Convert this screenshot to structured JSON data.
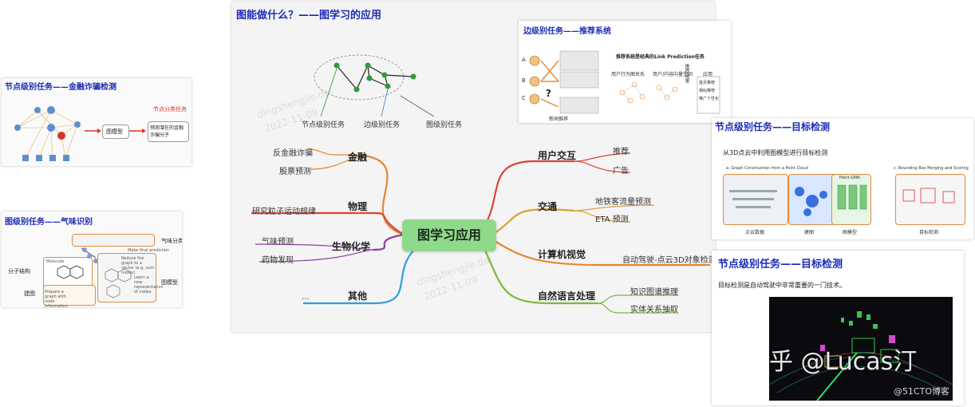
{
  "main": {
    "title": "图能做什么？——图学习的应用",
    "center": "图学习应用",
    "diagram_labels": {
      "node": "节点级别任务",
      "edge": "边级别任务",
      "graph": "图级别任务"
    },
    "branches_left": [
      {
        "label": "金融",
        "leaves": [
          "反金融诈骗",
          "股票预测"
        ]
      },
      {
        "label": "物理",
        "leaves": [
          "研究粒子运动规律"
        ]
      },
      {
        "label": "生物化学",
        "leaves": [
          "气味预测",
          "药物发现"
        ]
      },
      {
        "label": "其他",
        "leaves": [
          "..."
        ]
      }
    ],
    "branches_right": [
      {
        "label": "用户交互",
        "leaves": [
          "推荐",
          "广告"
        ]
      },
      {
        "label": "交通",
        "leaves": [
          "地铁客流量预测",
          "ETA 预测"
        ]
      },
      {
        "label": "计算机视觉",
        "leaves": [
          "自动驾驶-点云3D对象检测"
        ]
      },
      {
        "label": "自然语言处理",
        "leaves": [
          "知识图谱推理",
          "实体关系抽取"
        ]
      }
    ],
    "colors": {
      "finance": "#e6862f",
      "physics": "#d8453a",
      "biochem": "#8c3fa0",
      "other": "#2fa0d8",
      "user": "#d8453a",
      "traffic": "#d9a030",
      "cv": "#e6862f",
      "nlp": "#7bb83a",
      "center": "#8fd98a"
    }
  },
  "left_top": {
    "title": "节点级别任务——金融诈骗检测",
    "tag": "节点分类任务",
    "model": "图模型",
    "result": "预测潜在的金融诈骗分子"
  },
  "left_bottom": {
    "title": "图级别任务——气味识别",
    "labels": {
      "odor": "气味分类",
      "mol": "分子结构",
      "graph": "建图",
      "model": "图模型"
    },
    "mol_note": "Molecule",
    "pred_note": "Make final prediction",
    "reduce_note": "Reduce the graph to a vector (e.g. sum nodes)",
    "learn_note": "Learn a new representation of nodes",
    "prepare_note": "Prepare a graph with node information"
  },
  "rec": {
    "title": "边级别任务——推荐系统",
    "bullet": "推荐系统是经典的Link Prediction任务",
    "col1": "用户行为图关系",
    "col2": "用户/内容向量空间",
    "col3": "推荐结果",
    "app": "应用",
    "app_items": [
      "首页推荐",
      "相似推荐",
      "推广个性化"
    ],
    "letters": [
      "A",
      "B",
      "C"
    ],
    "news": "新闻推荐",
    "question": "?"
  },
  "det1": {
    "title": "节点级别任务——目标检测",
    "sub": "从3D点云中利用图模型进行目标检测",
    "stages": [
      "点云数据",
      "建图",
      "图模型",
      "目标检测"
    ],
    "graph_constr": "a. Graph Construction from a Point Cloud",
    "box_merge": "c. Bounding Box Merging and Scoring",
    "pointgnn": "Point-GNN"
  },
  "det2": {
    "title": "节点级别任务——目标检测",
    "sub": "目标检测是自动驾驶中非常重要的一门技术。",
    "watermark": "知乎 @Lucas汀",
    "corner": "@51CTO博客"
  },
  "watermarks": [
    "dingshengjie.dai",
    "2022-11-09"
  ]
}
